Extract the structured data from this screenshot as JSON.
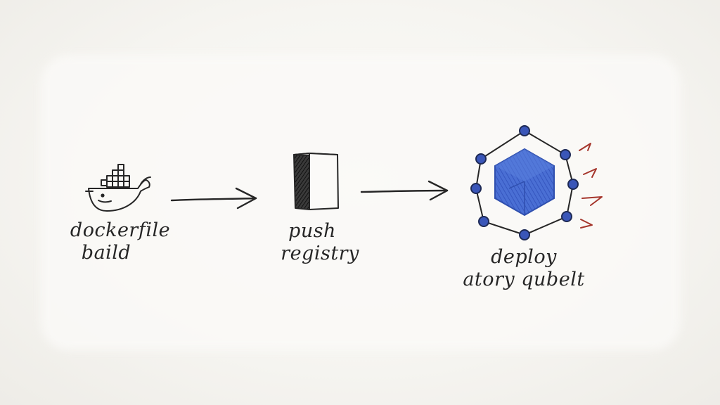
{
  "steps": [
    {
      "id": "build",
      "line1": "dockerfile",
      "line2": "baild",
      "icon": "docker-whale-icon"
    },
    {
      "id": "push",
      "line1": "push",
      "line2": "registry",
      "icon": "registry-box-icon"
    },
    {
      "id": "deploy",
      "line1": "deploy",
      "line2": "atory qubelt",
      "icon": "kubernetes-cluster-icon"
    }
  ],
  "colors": {
    "ink": "#262626",
    "cube": "#3d63c9",
    "red_arrows": "#a5362c"
  }
}
